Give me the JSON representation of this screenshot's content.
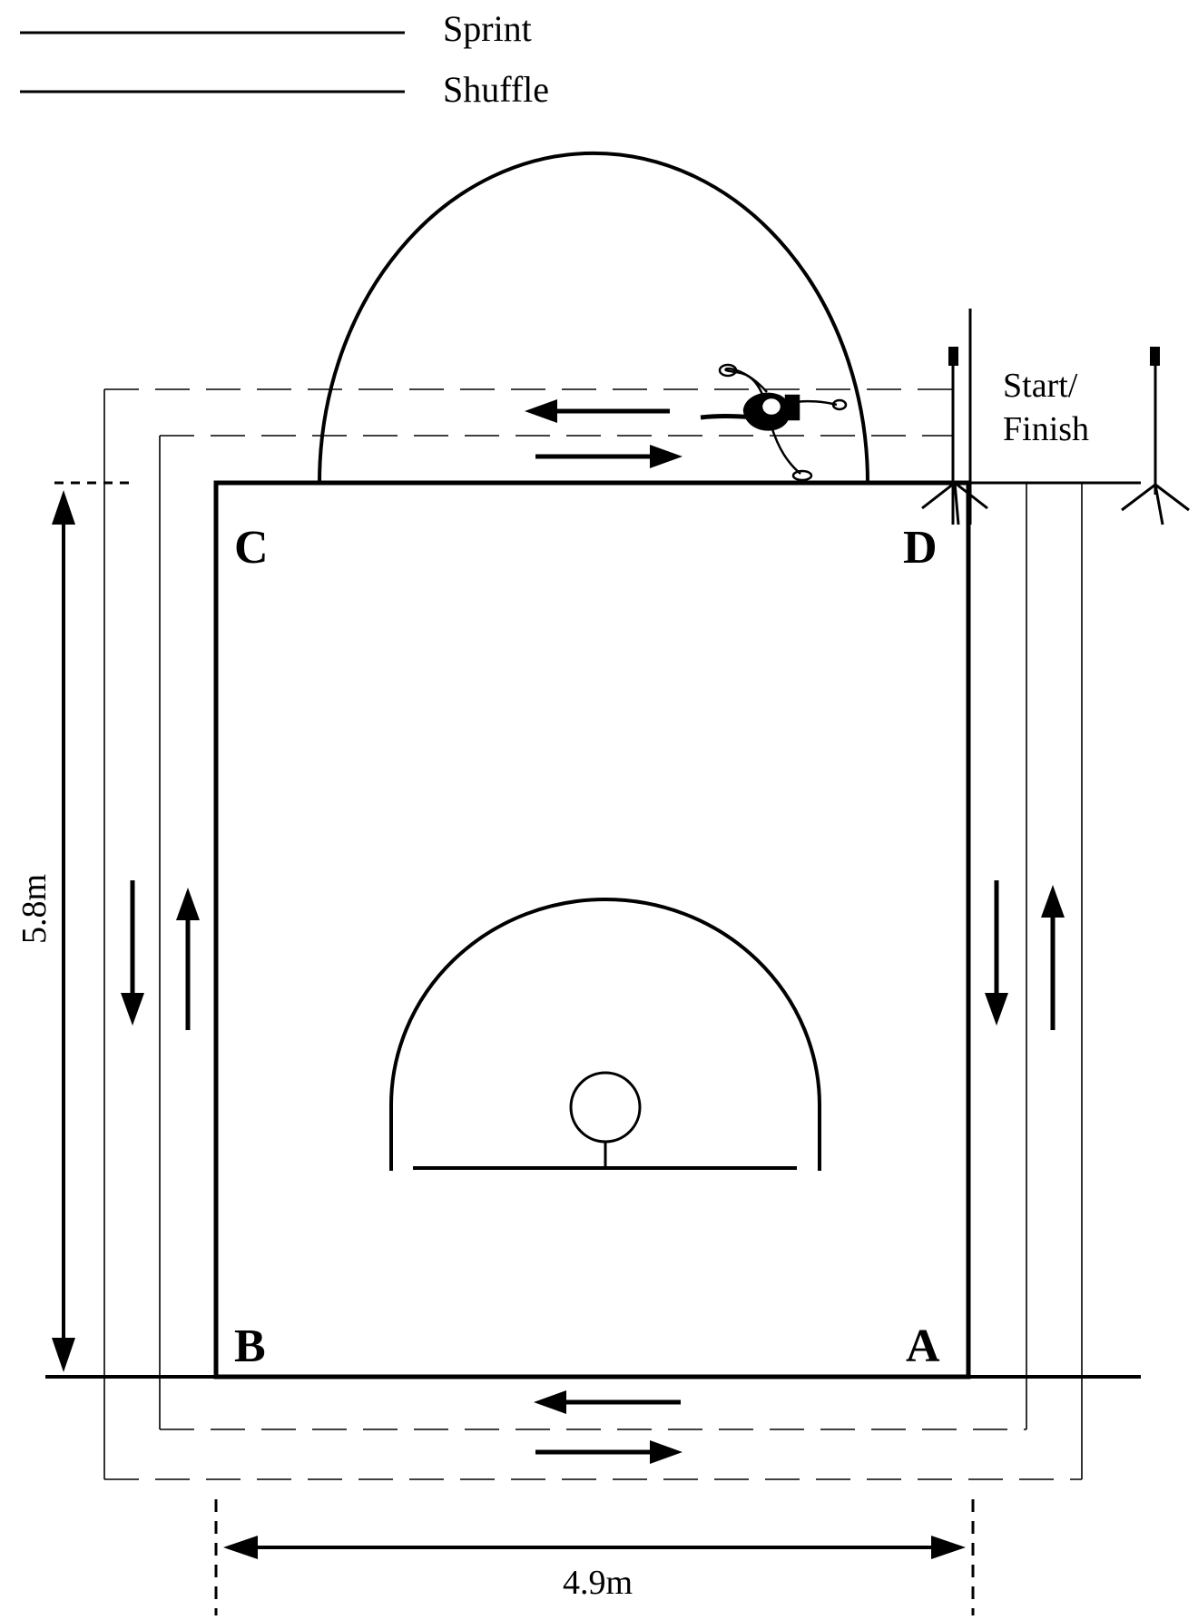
{
  "legend": {
    "sprint_label": "Sprint",
    "shuffle_label": "Shuffle"
  },
  "corners": {
    "a": "A",
    "b": "B",
    "c": "C",
    "d": "D"
  },
  "start_finish": {
    "line1": "Start/",
    "line2": "Finish"
  },
  "dimensions": {
    "height": "5.8m",
    "width": "4.9m"
  },
  "colors": {
    "ink": "#000000",
    "background": "#ffffff"
  }
}
